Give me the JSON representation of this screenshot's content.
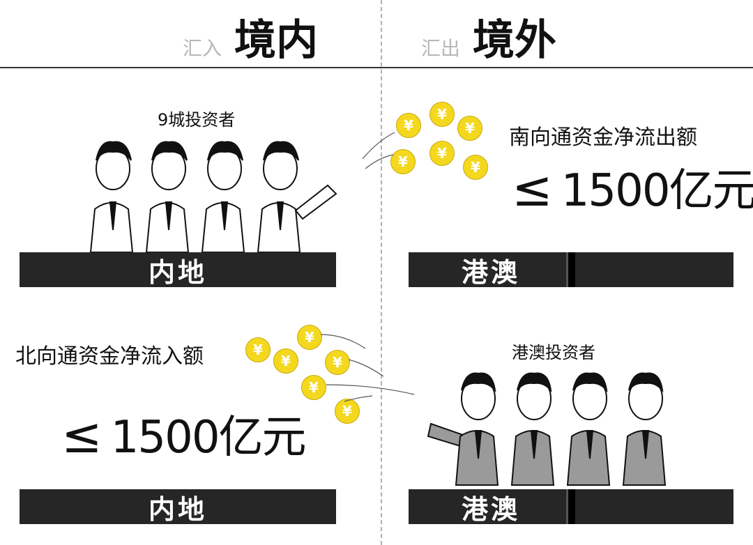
{
  "header": {
    "left_small": "汇入",
    "left_big": "境内",
    "right_small": "汇出",
    "right_big": "境外"
  },
  "top_left": {
    "investor_label": "9城投资者",
    "bar_label": "内地"
  },
  "top_right": {
    "flow_label": "南向通资金净流出额",
    "amount_symbol": "≤",
    "amount_value": "1500亿元",
    "bar_label": "港澳"
  },
  "bottom_left": {
    "flow_label": "北向通资金净流入额",
    "amount_symbol": "≤",
    "amount_value": "1500亿元",
    "bar_label": "内地"
  },
  "bottom_right": {
    "investor_label": "港澳投资者",
    "bar_label": "港澳"
  },
  "coin_symbol": "¥",
  "colors": {
    "coin": "#f4d81e",
    "bar": "#262626",
    "header_small": "#b8b8b8",
    "divider": "#b0b0b0"
  }
}
